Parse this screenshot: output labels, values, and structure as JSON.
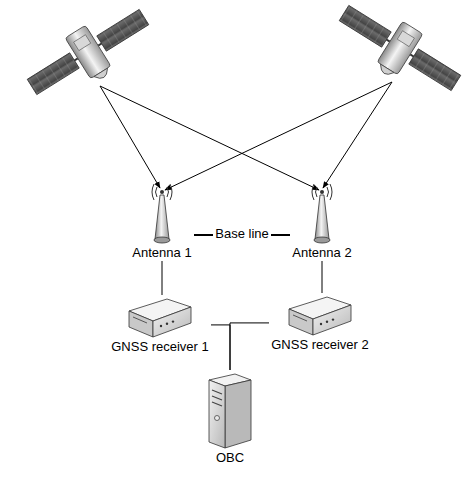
{
  "diagram": {
    "nodes": [
      {
        "text": [
          "Antenna 1"
        ]
      },
      {
        "text": [
          "Antenna 2"
        ]
      },
      {
        "text": [
          "GNSS receiver 1"
        ]
      },
      {
        "text": [
          "GNSS receiver 2"
        ]
      },
      {
        "text": [
          "OBC"
        ]
      }
    ],
    "edges": [
      {
        "from": 0,
        "to": 1,
        "arrow": "none",
        "label": "Base line"
      },
      {
        "from": 0,
        "to": 2,
        "arrow": "none"
      },
      {
        "from": 1,
        "to": 3,
        "arrow": "none"
      },
      {
        "from": 2,
        "to": 4,
        "arrow": "none"
      },
      {
        "from": 3,
        "to": 4,
        "arrow": "none"
      }
    ]
  }
}
